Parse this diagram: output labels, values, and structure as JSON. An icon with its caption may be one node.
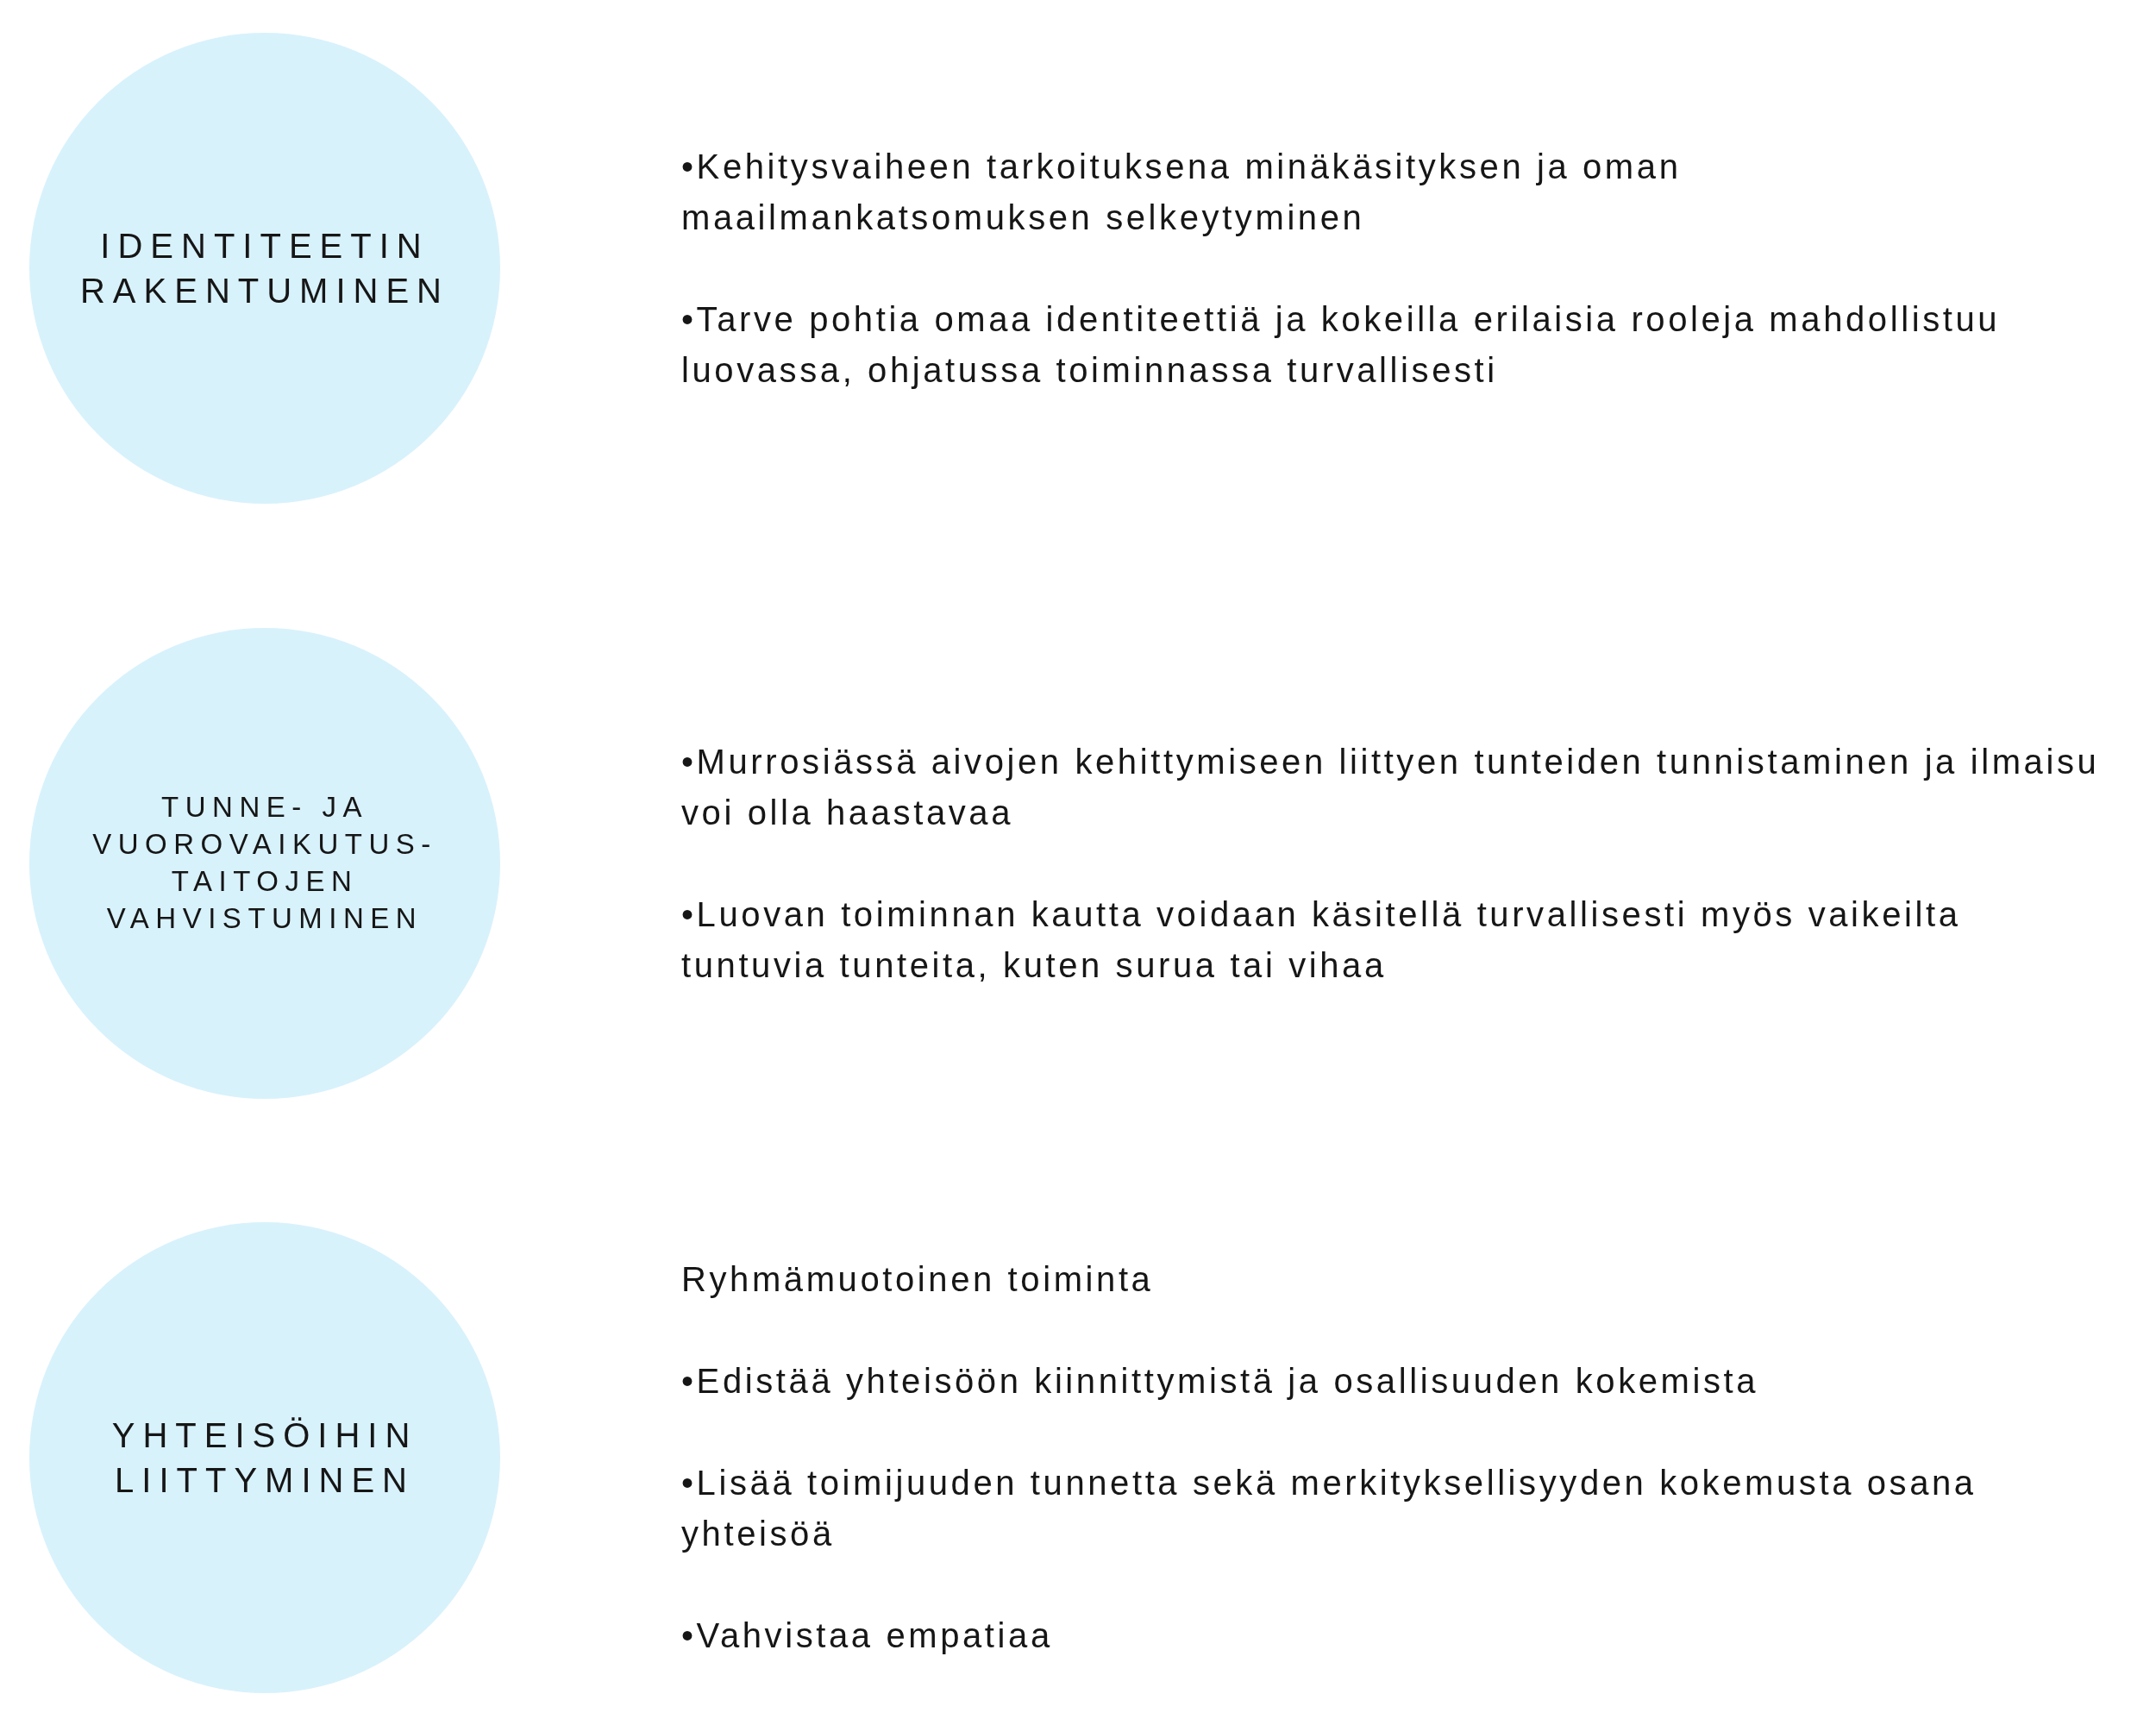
{
  "diagram": {
    "nodes": [
      {
        "text": [
          "IDENTITEETIN RAKENTUMINEN"
        ],
        "beside": [
          "•Kehitysvaiheen tarkoituksena minäkäsityksen ja oman maailmankatsomuksen selkeytyminen",
          "•Tarve pohtia omaa identiteettiä ja kokeilla erilaisia rooleja mahdollistuu luovassa, ohjatussa toiminnassa turvallisesti"
        ]
      },
      {
        "text": [
          "TUNNE- JA VUOROVAIKUTUS- TAITOJEN VAHVISTUMINEN"
        ],
        "beside": [
          "•Murrosiässä aivojen kehittymiseen liittyen tunteiden tunnistaminen ja ilmaisu voi olla haastavaa",
          "•Luovan toiminnan kautta voidaan käsitellä turvallisesti myös vaikeilta tuntuvia tunteita, kuten surua tai vihaa"
        ]
      },
      {
        "text": [
          "YHTEISÖIHIN LIITTYMINEN"
        ],
        "beside": [
          "Ryhmämuotoinen toiminta",
          "•Edistää yhteisöön kiinnittymistä ja osallisuuden kokemista",
          "•Lisää toimijuuden tunnetta sekä merkityksellisyyden kokemusta osana yhteisöä",
          "•Vahvistaa empatiaa"
        ]
      }
    ]
  }
}
